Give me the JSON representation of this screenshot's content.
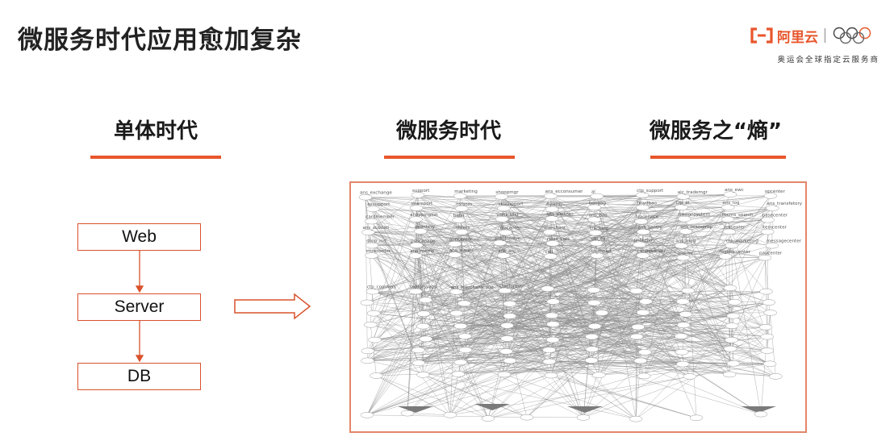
{
  "title": "微服务时代应用愈加复杂",
  "brand": {
    "name": "阿里云",
    "tagline": "奥运会全球指定云服务商",
    "accent": "#e8562c"
  },
  "sections": {
    "monolith": "单体时代",
    "microservice": "微服务时代",
    "entropy": "微服务之“熵”"
  },
  "monolith_stack": [
    "Web",
    "Server",
    "DB"
  ],
  "graph": {
    "labels": [
      "ans_exchange",
      "support",
      "marketing",
      "shoppmgr",
      "ans_ecconsumer",
      "al",
      "ctp_support",
      "aic_trademgr",
      "ans_ewc",
      "opcenter",
      "exsupport",
      "shareport",
      "mroom",
      "skusupport",
      "flywish",
      "bundag",
      "tinydbao",
      "ctp_ai",
      "ans_log",
      "ans_transfetory",
      "cardmember",
      "shoppinglist",
      "baoo",
      "verticalist",
      "ans_partner",
      "ans_bao",
      "hlaservice",
      "designsystem",
      "tbcms_search",
      "pasecenter",
      "ans_suboail",
      "pcontery",
      "thcms",
      "bizcenter",
      "merchant",
      "tracking",
      "ans_sentry",
      "ans_teamprop",
      "rcaseater",
      "itemcenter",
      "shop_ind",
      "poscapage",
      "appcenter",
      "ans_fcentre",
      "rules_cats",
      "ctp_ex",
      "unbrella",
      "ans_blog",
      "ctp_marketing",
      "messagecenter",
      "imrecorder",
      "ans_rcemp",
      "ans_ware",
      "ans_aro",
      "call",
      "tn_moad",
      "configserver",
      "ans_sv",
      "logisticcenter",
      "paycenter",
      "ctp_commas",
      "toprofsyapp",
      "ans_merchantclear",
      "ctp_forest"
    ]
  }
}
